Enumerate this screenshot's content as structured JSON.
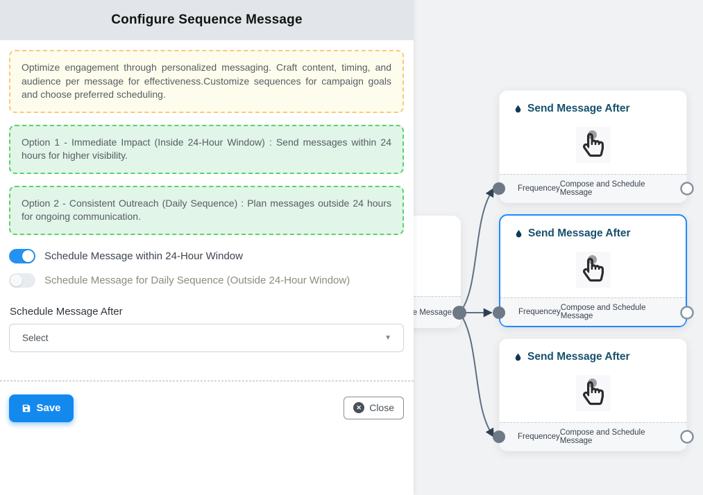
{
  "panel": {
    "title": "Configure Sequence Message",
    "intro_text": "Optimize engagement through personalized messaging. Craft content, timing, and audience per message for effectiveness.Customize sequences for campaign goals and choose preferred scheduling.",
    "option1_text": "Option 1 - Immediate Impact (Inside 24-Hour Window) : Send messages within 24 hours for higher visibility.",
    "option2_text": "Option 2 - Consistent Outreach (Daily Sequence) : Plan messages outside 24 hours for ongoing communication.",
    "toggles": [
      {
        "label": "Schedule Message within 24-Hour Window",
        "state": "on"
      },
      {
        "label": "Schedule Message for Daily Sequence (Outside 24-Hour Window)",
        "state": "off"
      }
    ],
    "schedule_after": {
      "label": "Schedule Message After",
      "value": "Select"
    },
    "buttons": {
      "save": "Save",
      "close": "Close"
    }
  },
  "flow": {
    "nodes": [
      {
        "title": "Send Message After",
        "footer_left": "Frequencey",
        "footer_right": "Compose and Schedule Message",
        "selected": false
      },
      {
        "title": "Send Message After",
        "footer_left": "Frequencey",
        "footer_right": "Compose and Schedule Message",
        "selected": true
      },
      {
        "title": "Send Message After",
        "footer_left": "Frequencey",
        "footer_right": "Compose and Schedule Message",
        "selected": false
      }
    ],
    "source_node": {
      "visible_label": "ce Message"
    }
  },
  "colors": {
    "panel_header_bg": "#e2e5e9",
    "yellow_box_bg": "#fefcec",
    "yellow_box_border": "#fbc878",
    "green_box_bg": "#e2f5e9",
    "green_box_border": "#58d366",
    "toggle_on": "#2492f2",
    "toggle_off": "#e9ecef",
    "save_button": "#1389ee",
    "selected_node_border": "#1e88ff",
    "node_title": "#17506d",
    "edge": "#5f6f80",
    "arrow": "#2e4153",
    "input_handle": "#6e7987",
    "output_handle_border": "#8593a1",
    "canvas_bg": "#f1f2f4"
  }
}
